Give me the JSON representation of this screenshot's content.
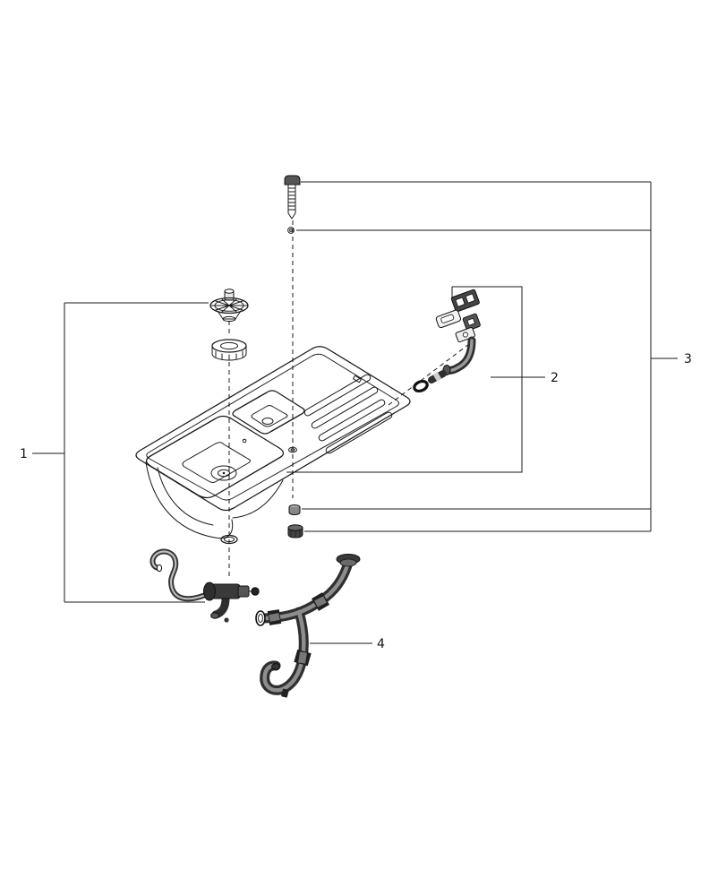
{
  "diagram": {
    "type": "exploded-parts-diagram",
    "subject": "kitchen-sink-assembly",
    "background_color": "#ffffff",
    "line_color": "#1a1a1a",
    "pipe_color": "#2f2f2f",
    "callouts": [
      {
        "label": "1",
        "part": "sink-with-strainer-waste-and-valve"
      },
      {
        "label": "2",
        "part": "overflow-kit"
      },
      {
        "label": "3",
        "part": "mounting-fixings"
      },
      {
        "label": "4",
        "part": "drain-pipe-trap-assembly"
      }
    ]
  }
}
